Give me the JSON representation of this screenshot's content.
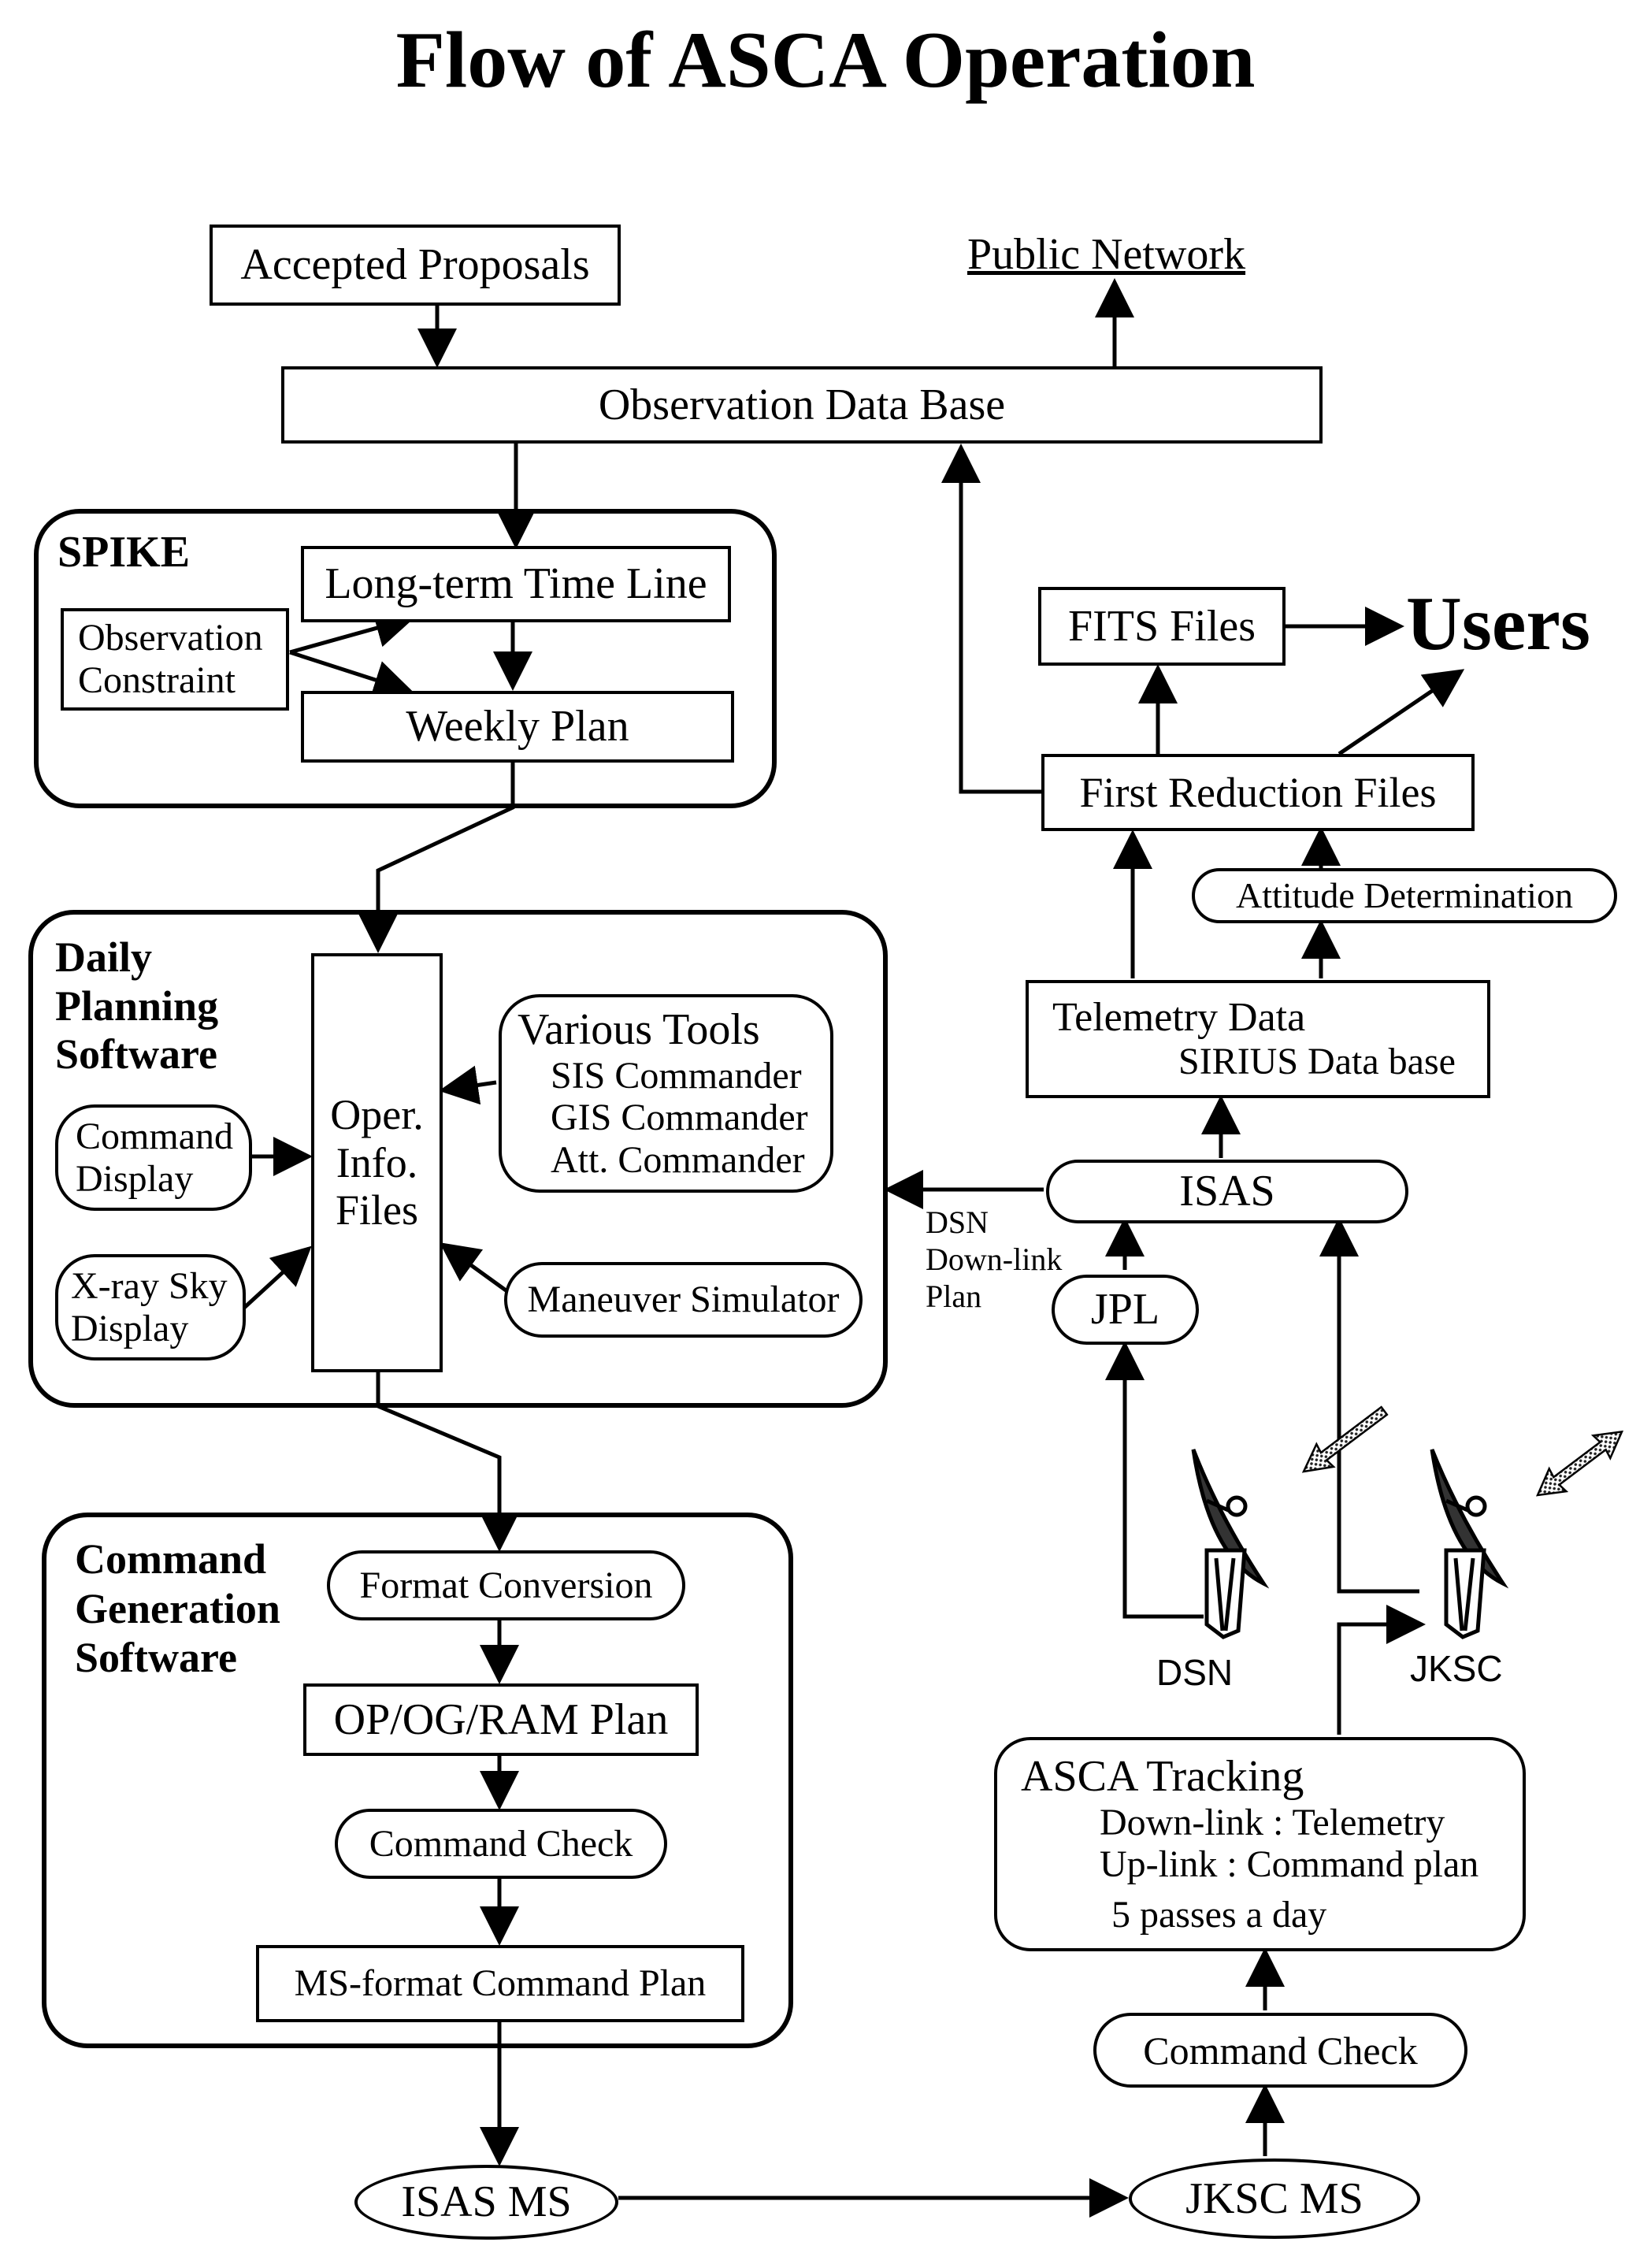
{
  "title": "Flow of ASCA Operation",
  "top": {
    "accepted_proposals": "Accepted Proposals",
    "public_network": "Public Network",
    "observation_data_base": "Observation Data Base"
  },
  "spike": {
    "label": "SPIKE",
    "long_term_time_line": "Long-term Time Line",
    "observation_constraint": [
      "Observation",
      "Constraint"
    ],
    "weekly_plan": "Weekly Plan"
  },
  "daily": {
    "label": [
      "Daily",
      "Planning",
      "Software"
    ],
    "oper_info_files": [
      "Oper.",
      "Info.",
      "Files"
    ],
    "various_tools": "Various Tools",
    "tools": [
      "SIS Commander",
      "GIS Commander",
      "Att. Commander"
    ],
    "command_display": [
      "Command",
      "Display"
    ],
    "xray_sky_display": [
      "X-ray Sky",
      "Display"
    ],
    "maneuver_simulator": "Maneuver Simulator"
  },
  "cmdgen": {
    "label": [
      "Command",
      "Generation",
      "Software"
    ],
    "format_conversion": "Format Conversion",
    "op_og_ram_plan": "OP/OG/RAM Plan",
    "command_check": "Command Check",
    "ms_format_command_plan": "MS-format Command Plan"
  },
  "bottom": {
    "isas_ms": "ISAS MS",
    "jksc_ms": "JKSC MS"
  },
  "right": {
    "fits_files": "FITS Files",
    "users": "Users",
    "first_reduction_files": "First Reduction Files",
    "attitude_determination": "Attitude Determination",
    "telemetry_data": "Telemetry Data",
    "sirius_data_base": "SIRIUS Data base",
    "isas": "ISAS",
    "dsn_downlink_plan": [
      "DSN",
      "Down-link",
      "Plan"
    ],
    "jpl": "JPL",
    "dsn": "DSN",
    "jksc": "JKSC",
    "asca_tracking": "ASCA Tracking",
    "tracking_lines": [
      "Down-link : Telemetry",
      "Up-link : Command plan",
      "5 passes a day"
    ],
    "command_check": "Command Check"
  }
}
